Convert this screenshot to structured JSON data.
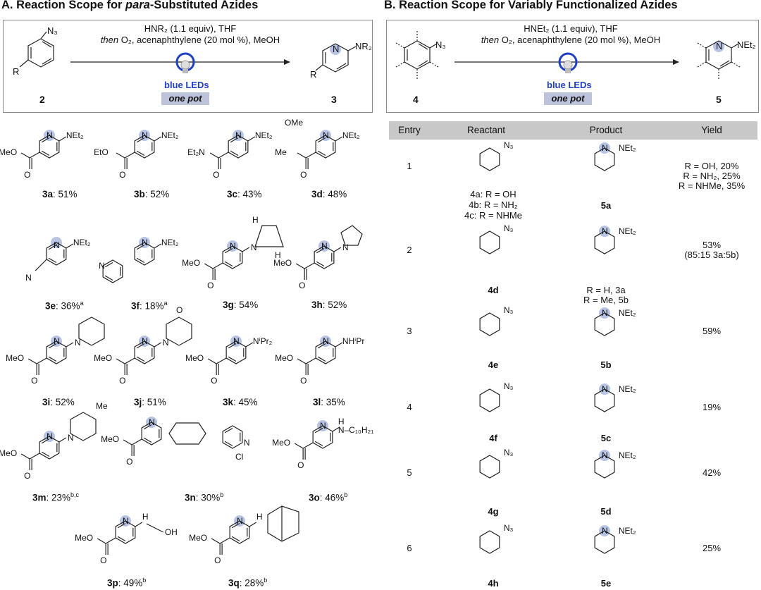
{
  "panelA": {
    "title": "A. Reaction Scope for para-Substituted Azides",
    "scheme": {
      "cond1": "HNR₂ (1.1 equiv), THF",
      "cond2_italic": "then",
      "cond2_rest": " O₂, acenaphthylene (20 mol %), MeOH",
      "light": "blue LEDs",
      "onepot": "one pot",
      "reactant_num": "2",
      "product_num": "3",
      "r_label": "R",
      "n3_label": "N₃",
      "nr2_label": "NR₂",
      "n_label": "N"
    },
    "compounds": [
      {
        "id": "3a",
        "yield": ": 51%",
        "sup": "",
        "sub": "MeO",
        "group": "NEt₂"
      },
      {
        "id": "3b",
        "yield": ": 52%",
        "sup": "",
        "sub": "EtO",
        "group": "NEt₂"
      },
      {
        "id": "3c",
        "yield": ": 43%",
        "sup": "",
        "sub": "Et₂N",
        "group": "NEt₂"
      },
      {
        "id": "3d",
        "yield": ": 48%",
        "sup": "",
        "sub": "Me",
        "sub2": "OMe",
        "group": "NEt₂"
      },
      {
        "id": "3e",
        "yield": ": 36%",
        "sup": "a",
        "sub": "N",
        "group": "NEt₂"
      },
      {
        "id": "3f",
        "yield": ": 18%",
        "sup": "a",
        "sub": "N",
        "group": "NEt₂"
      },
      {
        "id": "3g",
        "yield": ": 54%",
        "sup": "",
        "sub": "MeO",
        "group": "N",
        "h1": "H",
        "h2": "H"
      },
      {
        "id": "3h",
        "yield": ": 52%",
        "sup": "",
        "sub": "MeO",
        "group": "N"
      },
      {
        "id": "3i",
        "yield": ": 52%",
        "sup": "",
        "sub": "MeO",
        "group": "N"
      },
      {
        "id": "3j",
        "yield": ": 51%",
        "sup": "",
        "sub": "MeO",
        "group": "N",
        "o": "O"
      },
      {
        "id": "3k",
        "yield": ": 45%",
        "sup": "",
        "sub": "MeO",
        "group": "NⁱPr₂"
      },
      {
        "id": "3l",
        "yield": ": 35%",
        "sup": "",
        "sub": "MeO",
        "group": "NHⁱPr"
      },
      {
        "id": "3m",
        "yield": ": 23%",
        "sup": "b,c",
        "sub": "MeO",
        "group": "N",
        "me": "Me"
      },
      {
        "id": "3n",
        "yield": ": 30%",
        "sup": "b",
        "sub": "MeO",
        "cl": "Cl"
      },
      {
        "id": "3o",
        "yield": ": 46%",
        "sup": "b",
        "sub": "MeO",
        "group": "H",
        "chain": "N–C₁₀H₂₁"
      },
      {
        "id": "3p",
        "yield": ": 49%",
        "sup": "b",
        "sub": "MeO",
        "group": "H",
        "oh": "OH"
      },
      {
        "id": "3q",
        "yield": ": 28%",
        "sup": "b",
        "sub": "MeO",
        "group": "H"
      }
    ]
  },
  "panelB": {
    "title": "B. Reaction Scope for Variably Functionalized Azides",
    "scheme": {
      "cond1": "HNEt₂ (1.1 equiv), THF",
      "cond2_italic": "then",
      "cond2_rest": " O₂, acenaphthylene (20 mol %), MeOH",
      "light": "blue LEDs",
      "onepot": "one pot",
      "reactant_num": "4",
      "product_num": "5",
      "n3_label": "N₃",
      "net2_label": "NEt₂",
      "n_label": "N"
    },
    "table": {
      "headers": [
        "Entry",
        "Reactant",
        "Product",
        "Yield"
      ],
      "rows": [
        {
          "entry": "1",
          "reactant_label": "4a: R = OH",
          "reactant_label2": "4b: R = NH₂",
          "reactant_label3": "4c: R = NHMe",
          "product_label": "5a",
          "yield": "R = OH, 20%",
          "yield2": "R = NH₂, 25%",
          "yield3": "R = NHMe, 35%"
        },
        {
          "entry": "2",
          "reactant_label": "4d",
          "product_label": "R = H, 3a",
          "product_label2": "R = Me, 5b",
          "yield": "53%",
          "yield2": "(85:15 3a:5b)"
        },
        {
          "entry": "3",
          "reactant_label": "4e",
          "product_label": "5b",
          "yield": "59%"
        },
        {
          "entry": "4",
          "reactant_label": "4f",
          "product_label": "5c",
          "yield": "19%"
        },
        {
          "entry": "5",
          "reactant_label": "4g",
          "product_label": "5d",
          "yield": "42%"
        },
        {
          "entry": "6",
          "reactant_label": "4h",
          "product_label": "5e",
          "yield": "25%"
        }
      ]
    }
  },
  "colors": {
    "highlight": "#b7c4e4",
    "accent": "#1f3fc4",
    "table_header": "#c8c8c8",
    "onepot_bg": "#bcc3da",
    "box_border": "#8a8a8a"
  }
}
